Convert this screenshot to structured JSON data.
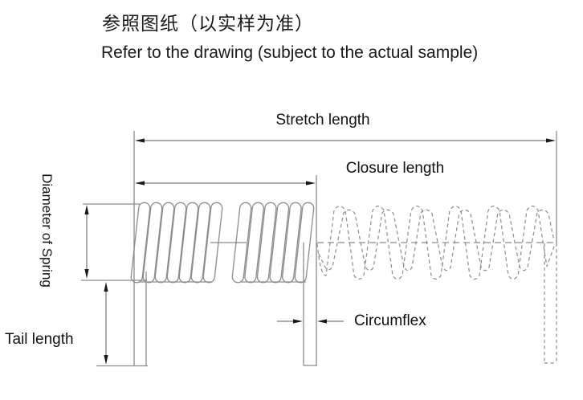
{
  "title": {
    "line1_zh": "参照图纸（以实样为准）",
    "line2_en": "Refer to the drawing (subject to the actual sample)"
  },
  "diagram": {
    "type": "spring-dimension-drawing",
    "labels": {
      "stretch_length": "Stretch length",
      "closure_length": "Closure length",
      "diameter_of_spring": "Diameter of Spring",
      "tail_length": "Tail length",
      "circumflex": "Circumflex"
    },
    "parts": {
      "closed_coil_groups": 2,
      "closed_coils_group1": 7,
      "closed_coils_group2": 6,
      "stretched_section_style": "dashed",
      "tails": 3
    },
    "colors": {
      "spring_outline": "#8c8c8c",
      "dimension_line": "#595959",
      "arrow_and_text": "#1a1a1a",
      "background": "#ffffff"
    }
  }
}
